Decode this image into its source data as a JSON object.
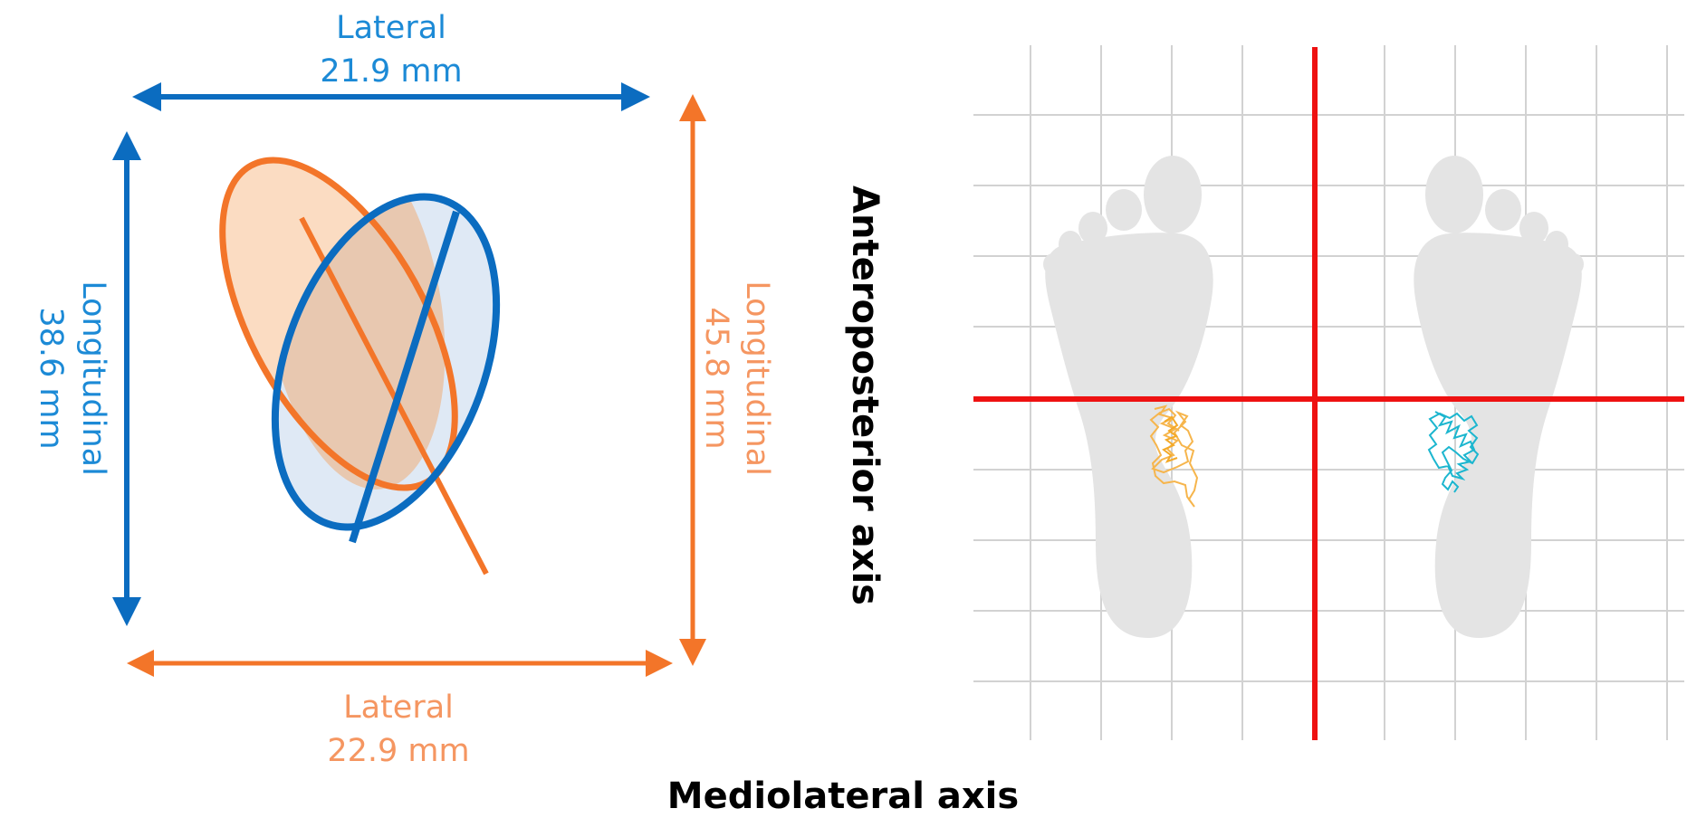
{
  "ellipse_diagram": {
    "blue_lateral_label": "Lateral",
    "blue_lateral_value": "21.9 mm",
    "blue_longitudinal_label": "Longitudinal",
    "blue_longitudinal_value": "38.6 mm",
    "orange_lateral_label": "Lateral",
    "orange_lateral_value": "22.9 mm",
    "orange_longitudinal_label": "Longitudinal",
    "orange_longitudinal_value": "45.8 mm"
  },
  "foot_plot": {
    "y_axis_label": "Anteroposterior axis",
    "x_axis_label": "Mediolateral axis"
  },
  "colors": {
    "blue": "#0b6cc0",
    "blue_text": "#1c8ad6",
    "blue_fill": "#dfe9f5",
    "orange": "#f37529",
    "orange_text": "#f59661",
    "orange_fill": "#fbdcc2",
    "overlap_fill": "#e8c8b0",
    "crosshair": "#ee1111",
    "grid": "#d2d2d2",
    "footprint": "#e4e4e4",
    "left_trace": "#f6b54c",
    "right_trace": "#1cb6cf"
  }
}
